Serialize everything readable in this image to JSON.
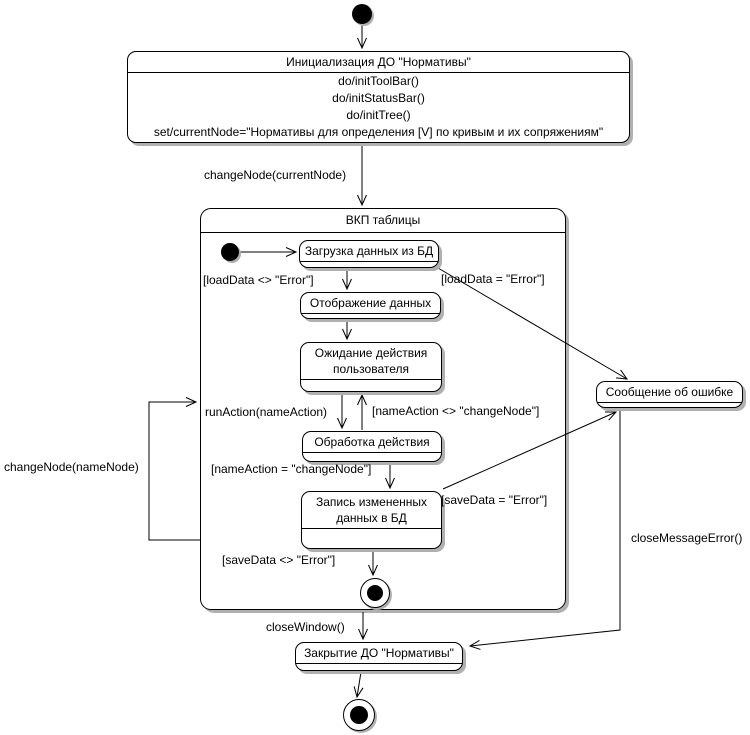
{
  "colors": {
    "line": "#000000",
    "state_fill": "#ffffff",
    "shadow": "#b0b0b0"
  },
  "states": {
    "init": {
      "title": "Инициализация ДО \"Нормативы\"",
      "actions": [
        "do/initToolBar()",
        "do/initStatusBar()",
        "do/initTree()",
        "set/currentNode=\"Нормативы для определения [V] по кривым и их сопряжениям\""
      ]
    },
    "vkp": {
      "title": "ВКП таблицы"
    },
    "load_data": {
      "title": "Загрузка данных из БД"
    },
    "display_data": {
      "title": "Отображение данных"
    },
    "wait_user": {
      "title": "Ожидание действия пользователя"
    },
    "process_action": {
      "title": "Обработка действия"
    },
    "save_data": {
      "title": "Запись измененных данных в БД"
    },
    "error_message": {
      "title": "Сообщение об ошибке"
    },
    "close_do": {
      "title": "Закрытие ДО \"Нормативы\""
    }
  },
  "transitions": {
    "change_node_current": "changeNode(currentNode)",
    "load_ok": "[loadData <> \"Error\"]",
    "load_err": "[loadData = \"Error\"]",
    "run_action": "runAction(nameAction)",
    "action_not_change": "[nameAction <> \"changeNode\"]",
    "action_change": "[nameAction = \"changeNode\"]",
    "save_err": "[saveData = \"Error\"]",
    "save_ok": "[saveData <> \"Error\"]",
    "close_window": "closeWindow()",
    "change_node_name": "changeNode(nameNode)",
    "close_message_error": "closeMessageError()"
  }
}
